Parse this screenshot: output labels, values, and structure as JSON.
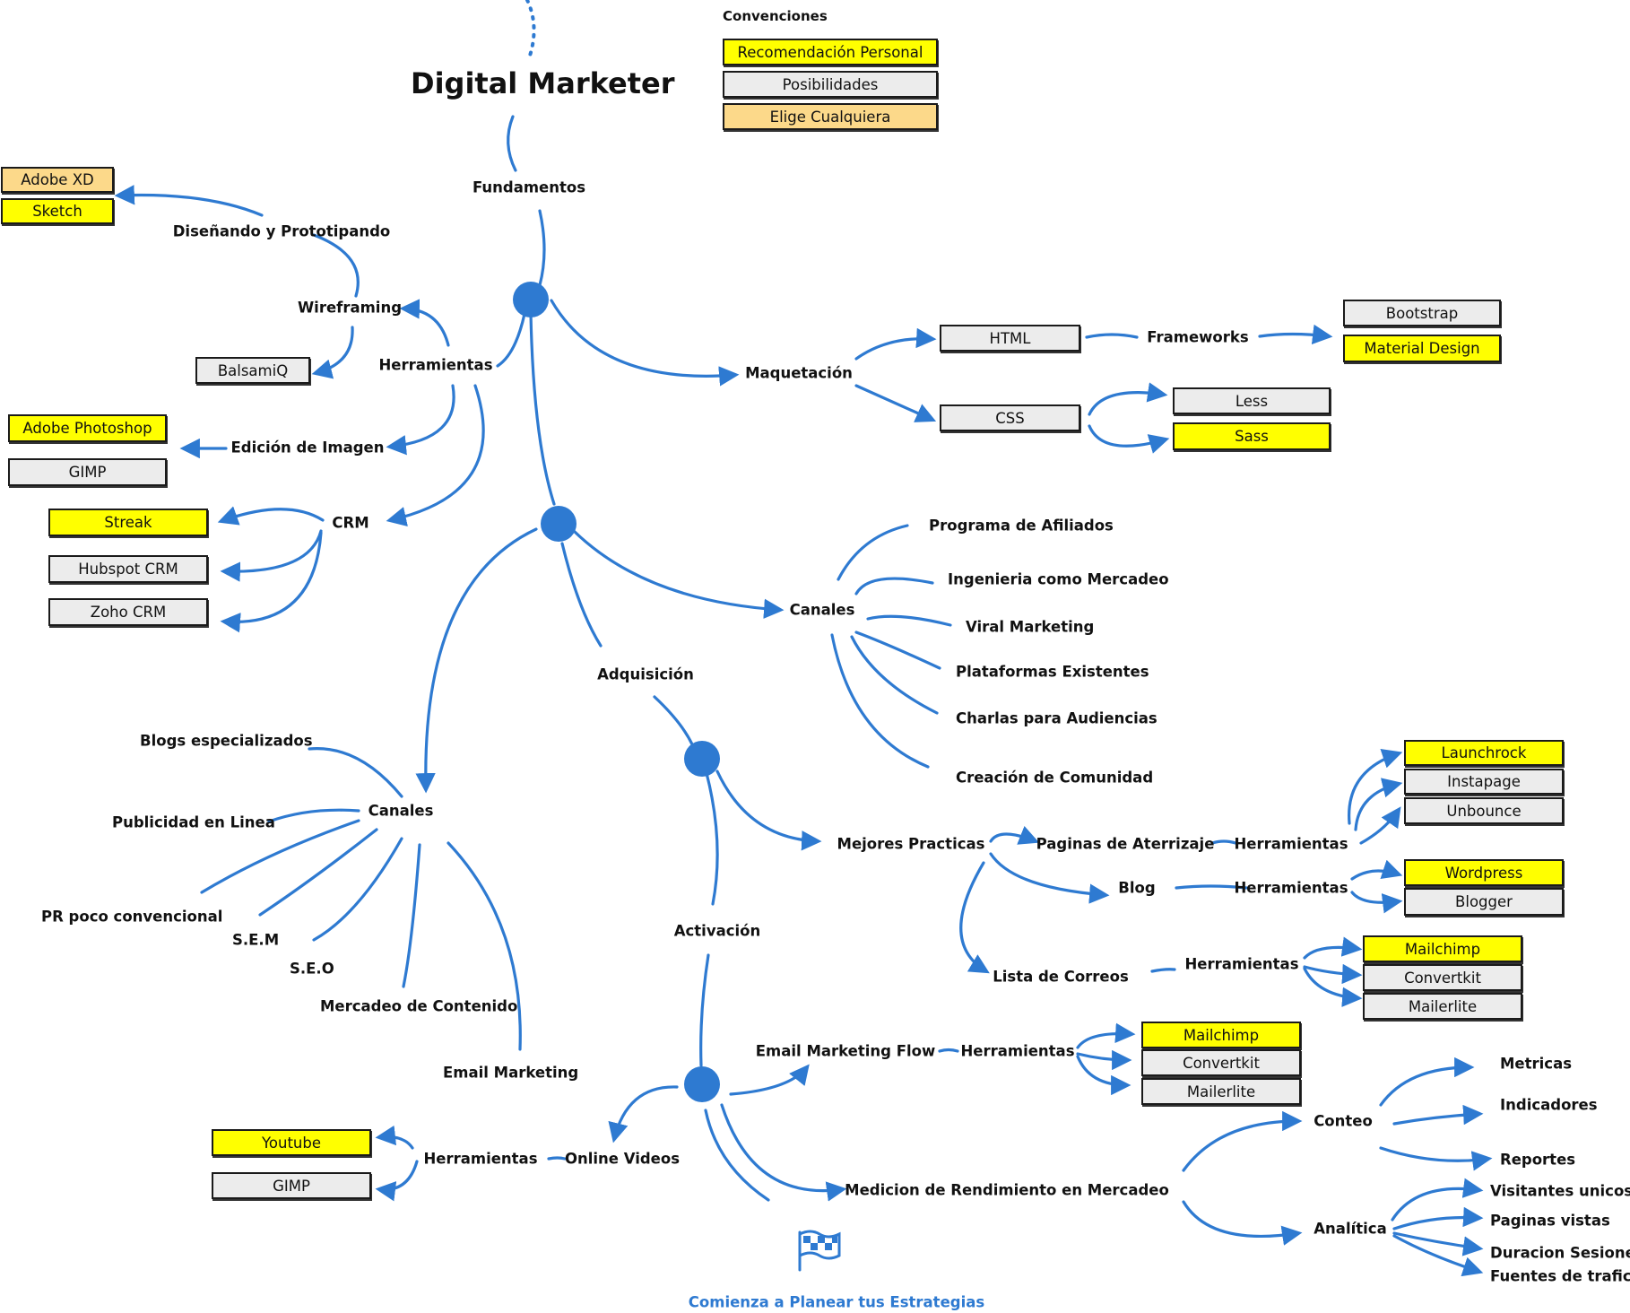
{
  "title": "Digital Marketer",
  "legend": {
    "title": "Convenciones",
    "recommended": "Recomendación Personal",
    "possibilities": "Posibilidades",
    "any": "Elige Cualquiera"
  },
  "colors": {
    "line": "#2e7ad1",
    "recommended": "#ffff00",
    "possibilities": "#ececec",
    "any": "#fcd98a"
  },
  "fundamentos": {
    "label": "Fundamentos",
    "herramientas": "Herramientas",
    "wireframing": "Wireframing",
    "balsamiq": "BalsamiQ",
    "disenando": "Diseñando y Prototipando",
    "adobe_xd": "Adobe XD",
    "sketch": "Sketch",
    "edicion": "Edición de Imagen",
    "photoshop": "Adobe Photoshop",
    "gimp": "GIMP",
    "crm": "CRM",
    "streak": "Streak",
    "hubspot": "Hubspot CRM",
    "zoho": "Zoho CRM"
  },
  "maquetacion": {
    "label": "Maquetación",
    "html": "HTML",
    "frameworks": "Frameworks",
    "bootstrap": "Bootstrap",
    "material": "Material Design",
    "css": "CSS",
    "less": "Less",
    "sass": "Sass"
  },
  "canales_right": {
    "label": "Canales",
    "items": [
      "Programa de Afiliados",
      "Ingenieria como Mercadeo",
      "Viral Marketing",
      "Plataformas Existentes",
      "Charlas para Audiencias",
      "Creación de Comunidad"
    ]
  },
  "adquisicion": {
    "label": "Adquisición"
  },
  "canales_left": {
    "label": "Canales",
    "items": [
      "Blogs especializados",
      "Publicidad en Linea",
      "PR poco convencional",
      "S.E.M",
      "S.E.O",
      "Mercadeo de Contenido",
      "Email Marketing"
    ]
  },
  "mejores": {
    "label": "Mejores Practicas",
    "paginas": "Paginas de Aterrizaje",
    "herramientas": "Herramientas",
    "launchrock": "Launchrock",
    "instapage": "Instapage",
    "unbounce": "Unbounce",
    "blog": "Blog",
    "wordpress": "Wordpress",
    "blogger": "Blogger",
    "lista": "Lista de Correos",
    "mailchimp": "Mailchimp",
    "convertkit": "Convertkit",
    "mailerlite": "Mailerlite"
  },
  "activacion": {
    "label": "Activación",
    "email_flow": "Email Marketing Flow",
    "herramientas": "Herramientas",
    "mailchimp": "Mailchimp",
    "convertkit": "Convertkit",
    "mailerlite": "Mailerlite",
    "online_videos": "Online Videos",
    "youtube": "Youtube",
    "gimp": "GIMP",
    "medicion": "Medicion de Rendimiento en Mercadeo",
    "conteo": "Conteo",
    "metricas": "Metricas",
    "indicadores": "Indicadores",
    "reportes": "Reportes",
    "analitica": "Analítica",
    "visitantes": "Visitantes unicos",
    "paginas_vistas": "Paginas vistas",
    "duracion": "Duracion Sesiones",
    "fuentes": "Fuentes de trafico"
  },
  "footer": "Comienza a Planear tus Estrategias"
}
